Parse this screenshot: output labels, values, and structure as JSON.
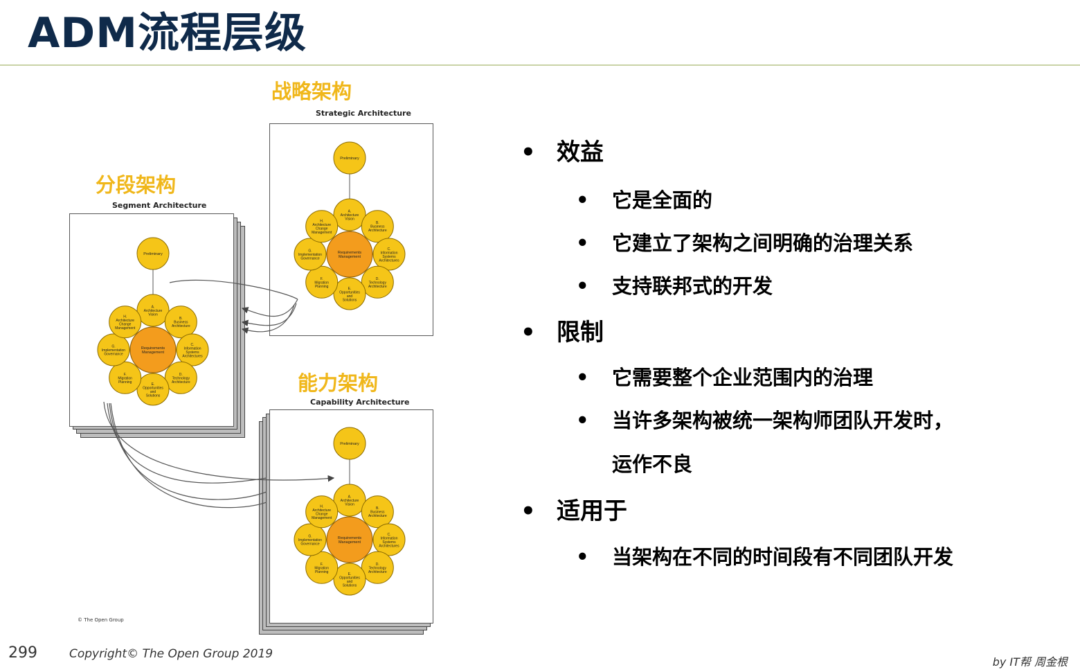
{
  "title": "ADM流程层级",
  "labels": {
    "strategic_cn": "战略架构",
    "strategic_en": "Strategic Architecture",
    "segment_cn": "分段架构",
    "segment_en": "Segment Architecture",
    "capability_cn": "能力架构",
    "capability_en": "Capability Architecture",
    "diagram_copyright": "© The Open Group"
  },
  "adm_nodes": {
    "center": "Requirements Management",
    "preliminary": "Preliminary",
    "a": "A. Architecture Vision",
    "b": "B. Business Architecture",
    "c": "C. Information Systems Architectures",
    "d": "D. Technology Architecture",
    "e": "E. Opportunities and Solutions",
    "f": "F. Migration Planning",
    "g": "G. Implementation Governance",
    "h": "H. Architecture Change Management"
  },
  "colors": {
    "title": "#0f2a4a",
    "accent_label": "#f0b71b",
    "node_fill": "#f5c518",
    "center_fill": "#f39c1d"
  },
  "bullets": {
    "benefits": "效益",
    "benefits_1": "它是全面的",
    "benefits_2": "它建立了架构之间明确的治理关系",
    "benefits_3": "支持联邦式的开发",
    "limits": "限制",
    "limits_1": "它需要整个企业范围内的治理",
    "limits_2a": "当许多架构被统一架构师团队开发时，",
    "limits_2b": "运作不良",
    "applies": "适用于",
    "applies_1": "当架构在不同的时间段有不同团队开发"
  },
  "footer": {
    "page_number": "299",
    "copyright": "Copyright© The Open Group 2019",
    "author": "by IT帮 周金根"
  }
}
